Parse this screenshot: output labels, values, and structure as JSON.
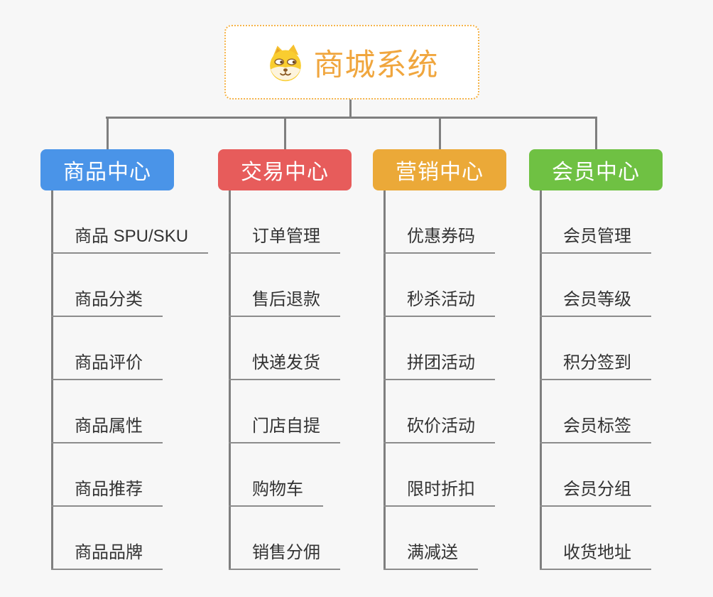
{
  "root": {
    "title": "商城系统",
    "icon": "shiba-dog-icon",
    "title_color": "#f0a63e",
    "border_color": "#f5b44a"
  },
  "connector_color": "#7f7f7f",
  "branches": [
    {
      "label": "商品中心",
      "color": "#4a94e8",
      "items": [
        "商品 SPU/SKU",
        "商品分类",
        "商品评价",
        "商品属性",
        "商品推荐",
        "商品品牌"
      ]
    },
    {
      "label": "交易中心",
      "color": "#e75c5b",
      "items": [
        "订单管理",
        "售后退款",
        "快递发货",
        "门店自提",
        "购物车",
        "销售分佣"
      ]
    },
    {
      "label": "营销中心",
      "color": "#eba938",
      "items": [
        "优惠券码",
        "秒杀活动",
        "拼团活动",
        "砍价活动",
        "限时折扣",
        "满减送"
      ]
    },
    {
      "label": "会员中心",
      "color": "#6fc143",
      "items": [
        "会员管理",
        "会员等级",
        "积分签到",
        "会员标签",
        "会员分组",
        "收货地址"
      ]
    }
  ]
}
